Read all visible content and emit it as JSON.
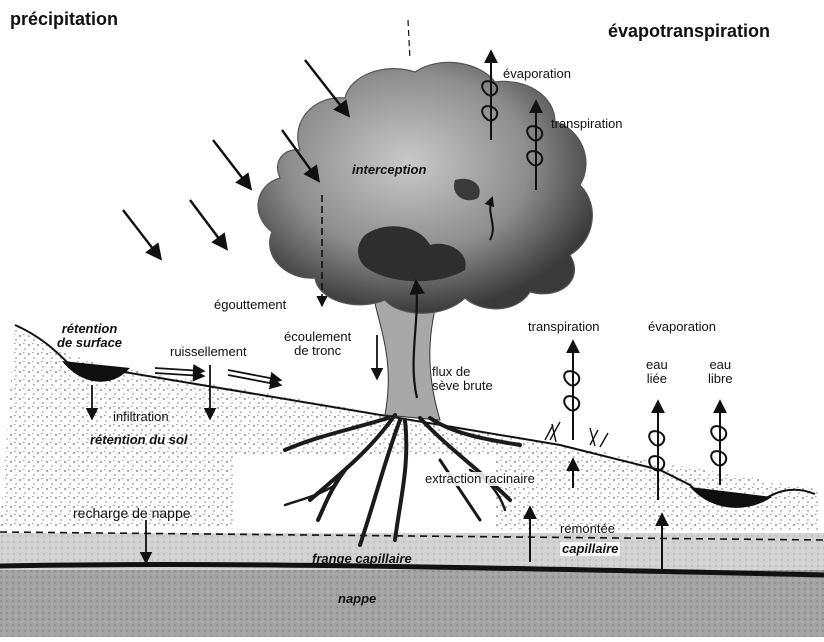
{
  "labels": {
    "precipitation": "précipitation",
    "evapotranspiration": "évapotranspiration",
    "evaporation_top": "évaporation",
    "transpiration_top": "transpiration",
    "interception": "interception",
    "egouttement": "égouttement",
    "ecoulement_tronc_1": "écoulement",
    "ecoulement_tronc_2": "de tronc",
    "retention_surface_1": "rétention",
    "retention_surface_2": "de surface",
    "ruissellement": "ruissellement",
    "infiltration": "infiltration",
    "retention_sol": "rétention du sol",
    "flux_seve_1": "flux de",
    "flux_seve_2": "sève brute",
    "transpiration_right": "transpiration",
    "evaporation_right": "évaporation",
    "eau_liee_1": "eau",
    "eau_liee_2": "liée",
    "eau_libre_1": "eau",
    "eau_libre_2": "libre",
    "extraction_racinaire": "extraction racinaire",
    "recharge_nappe": "recharge de nappe",
    "remontee": "remontée",
    "capillaire": "capillaire",
    "frange_capillaire": "frange capillaire",
    "nappe": "nappe"
  },
  "colors": {
    "ink": "#111111",
    "canopy": "#8f8f8f",
    "canopy_dark": "#2e2e2e",
    "trunk": "#a8a8a8",
    "soil_dots": "#555555",
    "fringe": "#cfcfcf",
    "aquifer": "#9a9a9a",
    "water_table": "#1a1a1a",
    "pond": "#0f0f0f"
  }
}
